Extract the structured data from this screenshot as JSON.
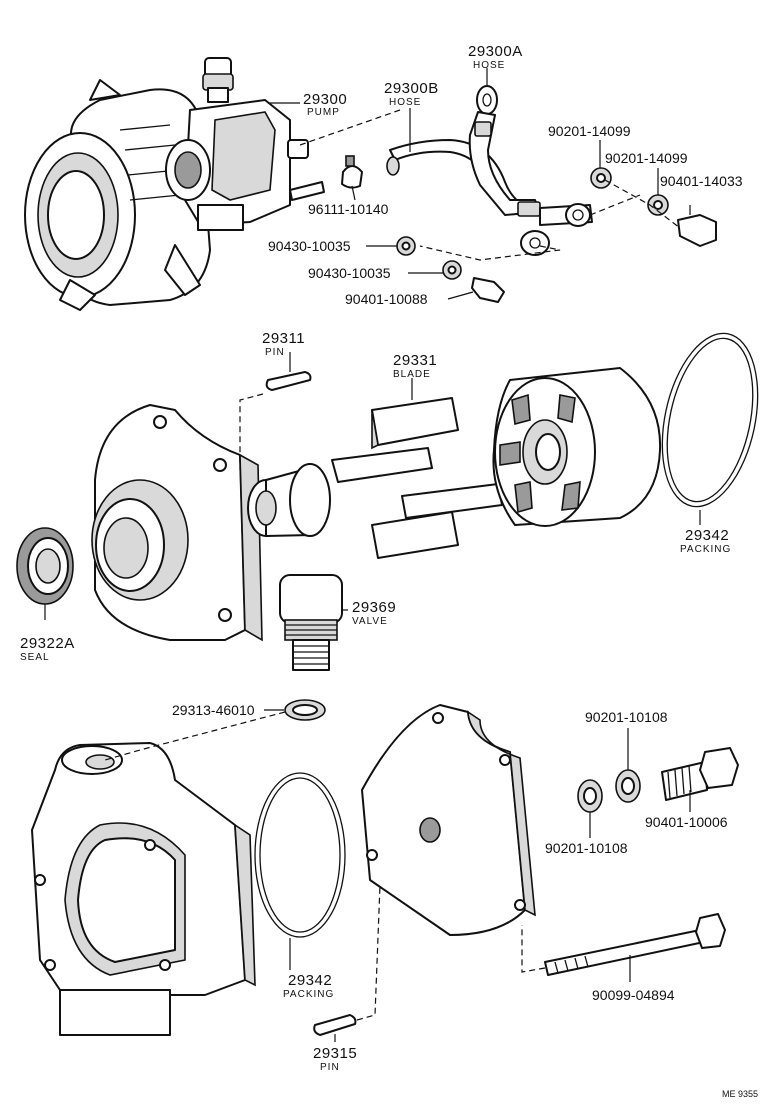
{
  "parts": {
    "p29300A": {
      "number": "29300A",
      "name": "HOSE"
    },
    "p29300B": {
      "number": "29300B",
      "name": "HOSE"
    },
    "p29300": {
      "number": "29300",
      "name": "PUMP"
    },
    "p90201_14099a": {
      "number": "90201-14099"
    },
    "p90201_14099b": {
      "number": "90201-14099"
    },
    "p90401_14033": {
      "number": "90401-14033"
    },
    "p96111_10140": {
      "number": "96111-10140"
    },
    "p90430_10035a": {
      "number": "90430-10035"
    },
    "p90430_10035b": {
      "number": "90430-10035"
    },
    "p90401_10088": {
      "number": "90401-10088"
    },
    "p29311": {
      "number": "29311",
      "name": "PIN"
    },
    "p29331": {
      "number": "29331",
      "name": "BLADE"
    },
    "p29342a": {
      "number": "29342",
      "name": "PACKING"
    },
    "p29369": {
      "number": "29369",
      "name": "VALVE"
    },
    "p29322A": {
      "number": "29322A",
      "name": "SEAL"
    },
    "p29313_46010": {
      "number": "29313-46010"
    },
    "p90201_10108a": {
      "number": "90201-10108"
    },
    "p90201_10108b": {
      "number": "90201-10108"
    },
    "p90401_10006": {
      "number": "90401-10006"
    },
    "p29342b": {
      "number": "29342",
      "name": "PACKING"
    },
    "p90099_04894": {
      "number": "90099-04894"
    },
    "p29315": {
      "number": "29315",
      "name": "PIN"
    }
  },
  "diagram_code": "ME 9355"
}
